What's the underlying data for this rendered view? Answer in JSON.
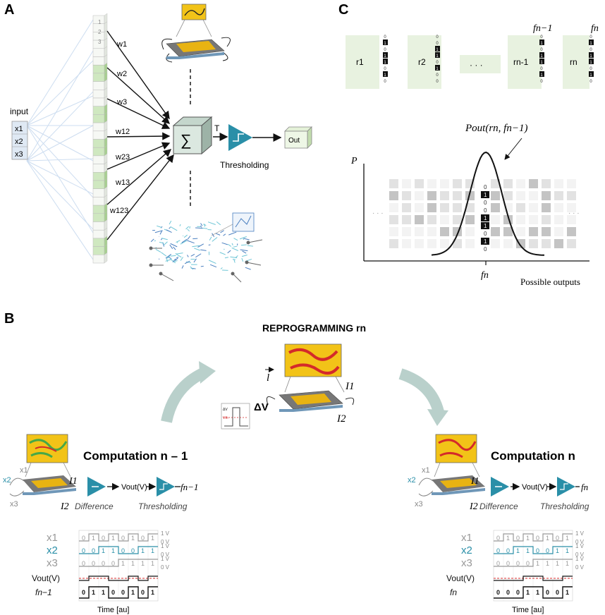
{
  "panels": {
    "a": "A",
    "b": "B",
    "c": "C"
  },
  "panel_a": {
    "input_label": "input",
    "inputs": [
      "x1",
      "x2",
      "x3"
    ],
    "column_numbers": [
      "1",
      "2",
      "3"
    ],
    "weights": [
      "w1",
      "w2",
      "w3",
      "w12",
      "w23",
      "w13",
      "w123"
    ],
    "sum_symbol": "∑",
    "threshold_label": "T",
    "thresholding": "Thresholding",
    "out": "Out"
  },
  "panel_c": {
    "registers": [
      "r1",
      "r2",
      "rn-1",
      "rn"
    ],
    "ellipsis": "· · ·",
    "fn_minus_1": "fn−1",
    "fn": "fn",
    "pout": "Pout(rn, fn−1)",
    "p_axis": "P",
    "x_tick": "fn",
    "x_label": "Possible outputs",
    "bits_r1": [
      "0",
      "1",
      "0",
      "1",
      "1",
      "0",
      "1",
      "0"
    ],
    "bits_r2": [
      "0",
      "0",
      "1",
      "1",
      "0",
      "1",
      "0",
      "0"
    ],
    "bits_rn1": [
      "0",
      "1",
      "0",
      "1",
      "1",
      "0",
      "1",
      "0"
    ],
    "bits_rn": [
      "0",
      "1",
      "0",
      "1",
      "1",
      "0",
      "1",
      "0"
    ],
    "bits_center": [
      "0",
      "1",
      "0",
      "0",
      "1",
      "1",
      "0",
      "1",
      "0"
    ],
    "side_dots": "· · ·"
  },
  "panel_b": {
    "title": "REPROGRAMMING rn",
    "delta_v": "ΔV",
    "l_vec": "l",
    "i1": "I1",
    "i2": "I2",
    "inset_dv": "ΔV",
    "inset_vth": "Vth",
    "left": {
      "title": "Computation n – 1",
      "difference": "Difference",
      "vout": "Vout(V)",
      "thresholding": "Thresholding",
      "f_out": "fn−1",
      "inputs": [
        "x1",
        "x2",
        "x3"
      ],
      "i1": "I1",
      "i2": "I2"
    },
    "right": {
      "title": "Computation n",
      "difference": "Difference",
      "vout": "Vout(V)",
      "thresholding": "Thresholding",
      "f_out": "fn",
      "inputs": [
        "x1",
        "x2",
        "x3"
      ],
      "i1": "I1",
      "i2": "I2"
    },
    "timing_left": {
      "labels": [
        "x1",
        "x2",
        "x3",
        "Vout(V)",
        "fn−1"
      ],
      "x1": [
        "0",
        "1",
        "0",
        "1",
        "0",
        "1",
        "0",
        "1"
      ],
      "x2": [
        "0",
        "0",
        "1",
        "1",
        "0",
        "0",
        "1",
        "1"
      ],
      "x3": [
        "0",
        "0",
        "0",
        "0",
        "1",
        "1",
        "1",
        "1"
      ],
      "f": [
        "0",
        "1",
        "1",
        "0",
        "0",
        "1",
        "0",
        "1"
      ],
      "volts": [
        "1 V",
        "0 V",
        "1 V",
        "0 V",
        "1 V",
        "0 V"
      ],
      "time": "Time [au]"
    },
    "timing_right": {
      "labels": [
        "x1",
        "x2",
        "x3",
        "Vout(V)",
        "fn"
      ],
      "x1": [
        "0",
        "1",
        "0",
        "1",
        "0",
        "1",
        "0",
        "1"
      ],
      "x2": [
        "0",
        "0",
        "1",
        "1",
        "0",
        "0",
        "1",
        "1"
      ],
      "x3": [
        "0",
        "0",
        "0",
        "0",
        "1",
        "1",
        "1",
        "1"
      ],
      "f": [
        "0",
        "0",
        "0",
        "1",
        "1",
        "0",
        "0",
        "1"
      ],
      "volts": [
        "1 V",
        "0 V",
        "1 V",
        "0 V",
        "1 V",
        "0 V"
      ],
      "time": "Time [au]"
    }
  },
  "colors": {
    "teal": "#2a8fa8",
    "green": "#cfe8c0",
    "blue_line": "#9dbde0",
    "chip": "#f2c318",
    "red": "#d42a2a"
  }
}
